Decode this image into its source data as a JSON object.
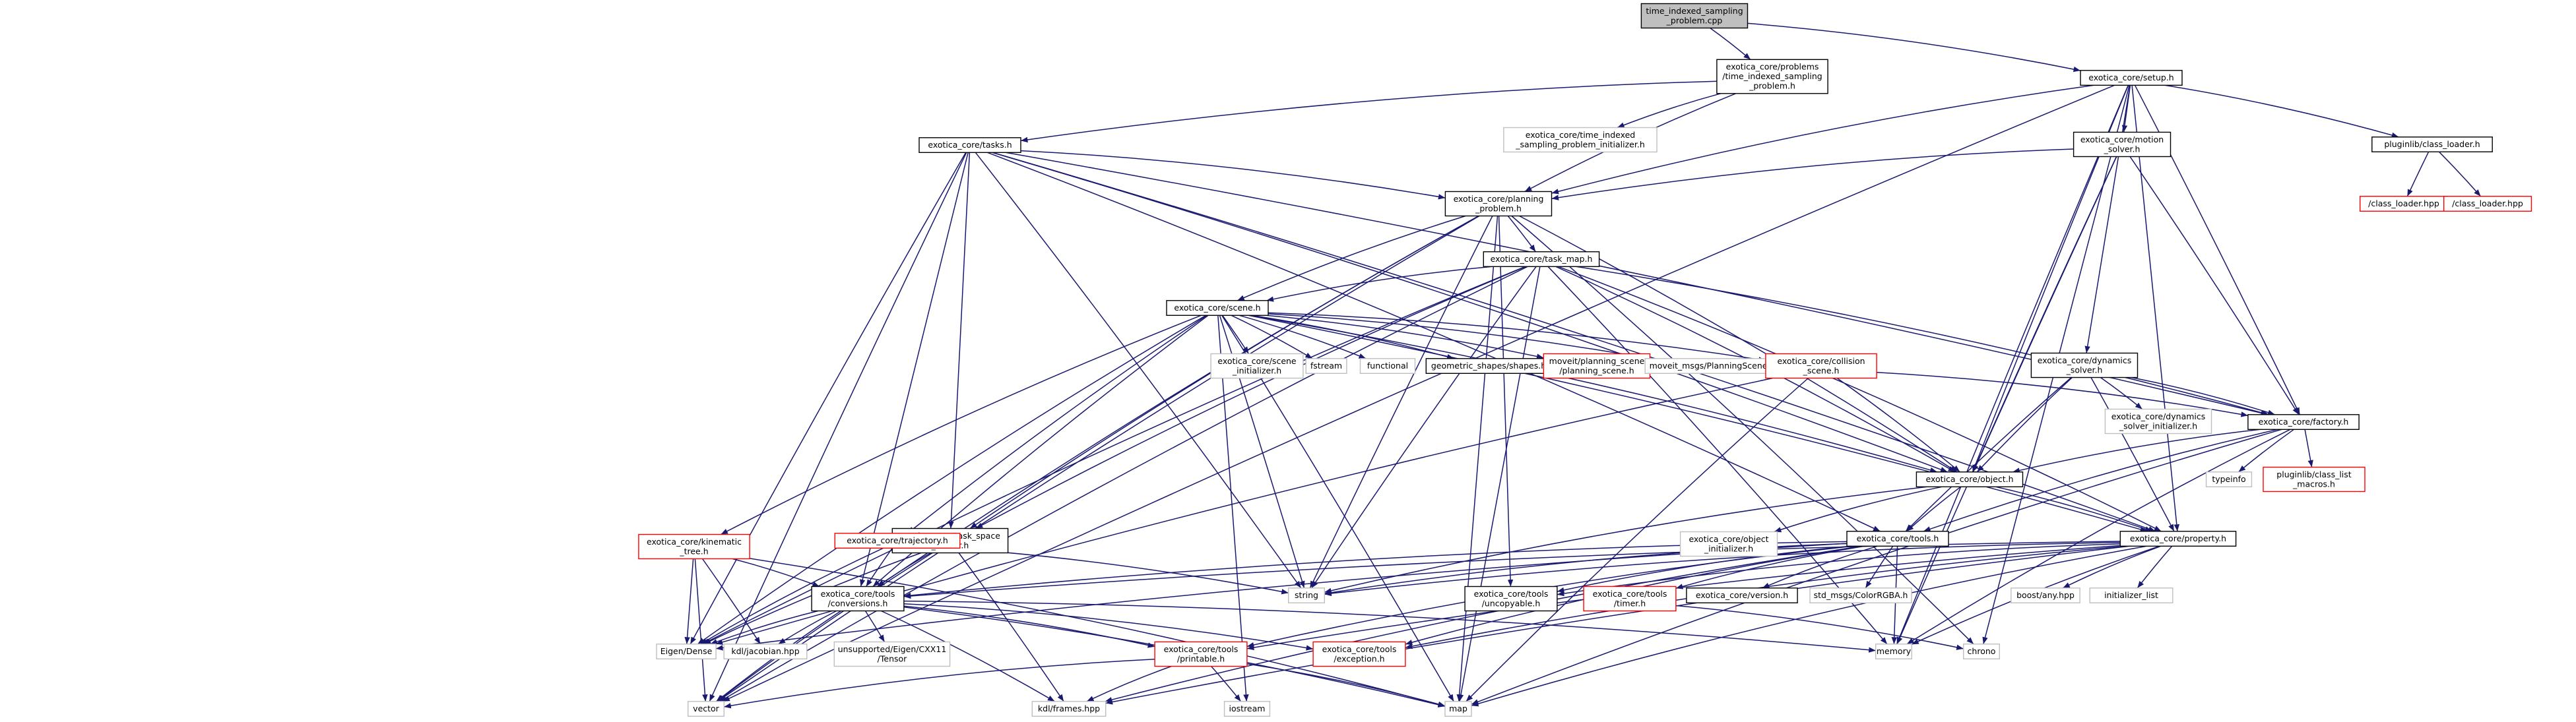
{
  "diagram": {
    "colors": {
      "edge": "#191970",
      "node_border_default": "#000000",
      "node_border_missing": "#ff0000",
      "node_border_system": "#bfbfbf",
      "root_fill": "#bfbfbf"
    },
    "nodes": [
      {
        "id": "root",
        "lines": [
          "time_indexed_sampling",
          "_problem.cpp"
        ],
        "style": "root"
      },
      {
        "id": "prob",
        "lines": [
          "exotica_core/problems",
          "/time_indexed_sampling",
          "_problem.h"
        ],
        "style": "default"
      },
      {
        "id": "setup",
        "lines": [
          "exotica_core/setup.h"
        ],
        "style": "default"
      },
      {
        "id": "tisinit",
        "lines": [
          "exotica_core/time_indexed",
          "_sampling_problem_initializer.h"
        ],
        "style": "system"
      },
      {
        "id": "tasks",
        "lines": [
          "exotica_core/tasks.h"
        ],
        "style": "default"
      },
      {
        "id": "motion",
        "lines": [
          "exotica_core/motion",
          "_solver.h"
        ],
        "style": "default"
      },
      {
        "id": "pluginlib",
        "lines": [
          "pluginlib/class_loader.h"
        ],
        "style": "default"
      },
      {
        "id": "cl1",
        "lines": [
          "/class_loader.hpp"
        ],
        "style": "missing"
      },
      {
        "id": "cl2",
        "lines": [
          "/class_loader.hpp"
        ],
        "style": "missing"
      },
      {
        "id": "planning",
        "lines": [
          "exotica_core/planning",
          "_problem.h"
        ],
        "style": "default"
      },
      {
        "id": "taskmap",
        "lines": [
          "exotica_core/task_map.h"
        ],
        "style": "default"
      },
      {
        "id": "scene",
        "lines": [
          "exotica_core/scene.h"
        ],
        "style": "default"
      },
      {
        "id": "sceneinit",
        "lines": [
          "exotica_core/scene",
          "_initializer.h"
        ],
        "style": "system"
      },
      {
        "id": "fstream",
        "lines": [
          "fstream"
        ],
        "style": "system"
      },
      {
        "id": "functional",
        "lines": [
          "functional"
        ],
        "style": "system"
      },
      {
        "id": "geom",
        "lines": [
          "geometric_shapes/shapes.h"
        ],
        "style": "default"
      },
      {
        "id": "moveitps",
        "lines": [
          "moveit/planning_scene",
          "/planning_scene.h"
        ],
        "style": "missing"
      },
      {
        "id": "moveitmsg",
        "lines": [
          "moveit_msgs/PlanningScene.h"
        ],
        "style": "system"
      },
      {
        "id": "collision",
        "lines": [
          "exotica_core/collision",
          "_scene.h"
        ],
        "style": "missing"
      },
      {
        "id": "dynamics",
        "lines": [
          "exotica_core/dynamics",
          "_solver.h"
        ],
        "style": "default"
      },
      {
        "id": "dyninit",
        "lines": [
          "exotica_core/dynamics",
          "_solver_initializer.h"
        ],
        "style": "system"
      },
      {
        "id": "factory",
        "lines": [
          "exotica_core/factory.h"
        ],
        "style": "default"
      },
      {
        "id": "typeinfo",
        "lines": [
          "typeinfo"
        ],
        "style": "system"
      },
      {
        "id": "clmacros",
        "lines": [
          "pluginlib/class_list",
          "_macros.h"
        ],
        "style": "missing"
      },
      {
        "id": "object",
        "lines": [
          "exotica_core/object.h"
        ],
        "style": "default"
      },
      {
        "id": "objinit",
        "lines": [
          "exotica_core/object",
          "_initializer.h"
        ],
        "style": "system"
      },
      {
        "id": "toolsh",
        "lines": [
          "exotica_core/tools.h"
        ],
        "style": "default"
      },
      {
        "id": "property",
        "lines": [
          "exotica_core/property.h"
        ],
        "style": "default"
      },
      {
        "id": "tsv",
        "lines": [
          "exotica_core/task_space",
          "_vector.h"
        ],
        "style": "default"
      },
      {
        "id": "kin",
        "lines": [
          "exotica_core/kinematic",
          "_tree.h"
        ],
        "style": "missing"
      },
      {
        "id": "traj",
        "lines": [
          "exotica_core/trajectory.h"
        ],
        "style": "missing"
      },
      {
        "id": "conv",
        "lines": [
          "exotica_core/tools",
          "/conversions.h"
        ],
        "style": "default"
      },
      {
        "id": "string",
        "lines": [
          "string"
        ],
        "style": "system"
      },
      {
        "id": "uncopy",
        "lines": [
          "exotica_core/tools",
          "/uncopyable.h"
        ],
        "style": "default"
      },
      {
        "id": "timer",
        "lines": [
          "exotica_core/tools",
          "/timer.h"
        ],
        "style": "missing"
      },
      {
        "id": "version",
        "lines": [
          "exotica_core/version.h"
        ],
        "style": "default"
      },
      {
        "id": "colorrgba",
        "lines": [
          "std_msgs/ColorRGBA.h"
        ],
        "style": "system"
      },
      {
        "id": "boostany",
        "lines": [
          "boost/any.hpp"
        ],
        "style": "system"
      },
      {
        "id": "initlist",
        "lines": [
          "initializer_list"
        ],
        "style": "system"
      },
      {
        "id": "memory",
        "lines": [
          "memory"
        ],
        "style": "system"
      },
      {
        "id": "chrono",
        "lines": [
          "chrono"
        ],
        "style": "system"
      },
      {
        "id": "eigen",
        "lines": [
          "Eigen/Dense"
        ],
        "style": "system"
      },
      {
        "id": "kdljac",
        "lines": [
          "kdl/jacobian.hpp"
        ],
        "style": "system"
      },
      {
        "id": "tensor",
        "lines": [
          "unsupported/Eigen/CXX11",
          "/Tensor"
        ],
        "style": "system"
      },
      {
        "id": "printable",
        "lines": [
          "exotica_core/tools",
          "/printable.h"
        ],
        "style": "missing"
      },
      {
        "id": "exception",
        "lines": [
          "exotica_core/tools",
          "/exception.h"
        ],
        "style": "missing"
      },
      {
        "id": "vector",
        "lines": [
          "vector"
        ],
        "style": "system"
      },
      {
        "id": "kdlframes",
        "lines": [
          "kdl/frames.hpp"
        ],
        "style": "system"
      },
      {
        "id": "iostream",
        "lines": [
          "iostream"
        ],
        "style": "system"
      },
      {
        "id": "map",
        "lines": [
          "map"
        ],
        "style": "system"
      }
    ],
    "edges": [
      [
        "root",
        "prob"
      ],
      [
        "root",
        "setup"
      ],
      [
        "prob",
        "tisinit"
      ],
      [
        "prob",
        "tasks"
      ],
      [
        "prob",
        "planning"
      ],
      [
        "setup",
        "vector"
      ],
      [
        "setup",
        "planning"
      ],
      [
        "setup",
        "motion"
      ],
      [
        "setup",
        "pluginlib"
      ],
      [
        "setup",
        "object"
      ],
      [
        "setup",
        "dynamics"
      ],
      [
        "setup",
        "factory"
      ],
      [
        "setup",
        "property"
      ],
      [
        "setup",
        "memory"
      ],
      [
        "setup",
        "chrono"
      ],
      [
        "pluginlib",
        "cl1"
      ],
      [
        "pluginlib",
        "cl2"
      ],
      [
        "motion",
        "planning"
      ],
      [
        "motion",
        "object"
      ],
      [
        "motion",
        "factory"
      ],
      [
        "motion",
        "memory"
      ],
      [
        "tasks",
        "planning"
      ],
      [
        "tasks",
        "tsv"
      ],
      [
        "tasks",
        "conv"
      ],
      [
        "tasks",
        "eigen"
      ],
      [
        "tasks",
        "vector"
      ],
      [
        "tasks",
        "object"
      ],
      [
        "tasks",
        "property"
      ],
      [
        "tasks",
        "string"
      ],
      [
        "tasks",
        "factory"
      ],
      [
        "tasks",
        "toolsh"
      ],
      [
        "planning",
        "taskmap"
      ],
      [
        "planning",
        "scene"
      ],
      [
        "planning",
        "tsv"
      ],
      [
        "planning",
        "object"
      ],
      [
        "planning",
        "uncopy"
      ],
      [
        "planning",
        "conv"
      ],
      [
        "planning",
        "string"
      ],
      [
        "planning",
        "vector"
      ],
      [
        "planning",
        "map"
      ],
      [
        "planning",
        "chrono"
      ],
      [
        "taskmap",
        "scene"
      ],
      [
        "taskmap",
        "tsv"
      ],
      [
        "taskmap",
        "object"
      ],
      [
        "taskmap",
        "property"
      ],
      [
        "taskmap",
        "factory"
      ],
      [
        "taskmap",
        "eigen"
      ],
      [
        "taskmap",
        "vector"
      ],
      [
        "taskmap",
        "string"
      ],
      [
        "taskmap",
        "memory"
      ],
      [
        "taskmap",
        "map"
      ],
      [
        "scene",
        "sceneinit"
      ],
      [
        "scene",
        "fstream"
      ],
      [
        "scene",
        "functional"
      ],
      [
        "scene",
        "geom"
      ],
      [
        "scene",
        "moveitps"
      ],
      [
        "scene",
        "moveitmsg"
      ],
      [
        "scene",
        "collision"
      ],
      [
        "scene",
        "kin"
      ],
      [
        "scene",
        "traj"
      ],
      [
        "scene",
        "object"
      ],
      [
        "scene",
        "property"
      ],
      [
        "scene",
        "conv"
      ],
      [
        "scene",
        "string"
      ],
      [
        "scene",
        "iostream"
      ],
      [
        "scene",
        "eigen"
      ],
      [
        "scene",
        "map"
      ],
      [
        "collision",
        "factory"
      ],
      [
        "collision",
        "object"
      ],
      [
        "collision",
        "eigen"
      ],
      [
        "collision",
        "map"
      ],
      [
        "dynamics",
        "dyninit"
      ],
      [
        "dynamics",
        "factory"
      ],
      [
        "dynamics",
        "object"
      ],
      [
        "dynamics",
        "property"
      ],
      [
        "dynamics",
        "toolsh"
      ],
      [
        "factory",
        "typeinfo"
      ],
      [
        "factory",
        "clmacros"
      ],
      [
        "factory",
        "object"
      ],
      [
        "factory",
        "toolsh"
      ],
      [
        "factory",
        "memory"
      ],
      [
        "factory",
        "map"
      ],
      [
        "object",
        "objinit"
      ],
      [
        "object",
        "toolsh"
      ],
      [
        "object",
        "property"
      ],
      [
        "object",
        "string"
      ],
      [
        "toolsh",
        "conv"
      ],
      [
        "toolsh",
        "string"
      ],
      [
        "toolsh",
        "uncopy"
      ],
      [
        "toolsh",
        "timer"
      ],
      [
        "toolsh",
        "version"
      ],
      [
        "toolsh",
        "colorrgba"
      ],
      [
        "toolsh",
        "eigen"
      ],
      [
        "toolsh",
        "kdlframes"
      ],
      [
        "toolsh",
        "printable"
      ],
      [
        "toolsh",
        "exception"
      ],
      [
        "toolsh",
        "memory"
      ],
      [
        "property",
        "boostany"
      ],
      [
        "property",
        "initlist"
      ],
      [
        "property",
        "memory"
      ],
      [
        "property",
        "map"
      ],
      [
        "property",
        "string"
      ],
      [
        "property",
        "conv"
      ],
      [
        "property",
        "printable"
      ],
      [
        "property",
        "exception"
      ],
      [
        "property",
        "uncopy"
      ],
      [
        "property",
        "kdlframes"
      ],
      [
        "tsv",
        "conv"
      ],
      [
        "tsv",
        "eigen"
      ],
      [
        "tsv",
        "vector"
      ],
      [
        "tsv",
        "kdlframes"
      ],
      [
        "kin",
        "conv"
      ],
      [
        "kin",
        "eigen"
      ],
      [
        "kin",
        "kdljac"
      ],
      [
        "kin",
        "vector"
      ],
      [
        "kin",
        "map"
      ],
      [
        "traj",
        "conv"
      ],
      [
        "traj",
        "eigen"
      ],
      [
        "traj",
        "string"
      ],
      [
        "conv",
        "eigen"
      ],
      [
        "conv",
        "kdljac"
      ],
      [
        "conv",
        "tensor"
      ],
      [
        "conv",
        "printable"
      ],
      [
        "conv",
        "exception"
      ],
      [
        "conv",
        "vector"
      ],
      [
        "conv",
        "kdlframes"
      ],
      [
        "conv",
        "map"
      ],
      [
        "conv",
        "memory"
      ],
      [
        "timer",
        "chrono"
      ],
      [
        "printable",
        "vector"
      ],
      [
        "printable",
        "kdlframes"
      ],
      [
        "printable",
        "iostream"
      ],
      [
        "printable",
        "map"
      ]
    ]
  }
}
